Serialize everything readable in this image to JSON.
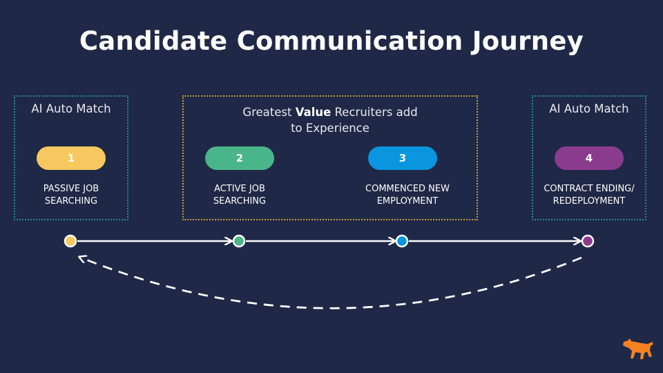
{
  "title": "Candidate Communication Journey",
  "colors": {
    "background": "#1f2846",
    "teal_border": "#2b8a91",
    "gold_border": "#c7a034",
    "stage1": "#f6c85f",
    "stage2": "#4bb58a",
    "stage3": "#0a96df",
    "stage4": "#8b3b8e",
    "logo": "#f58220"
  },
  "boxes": {
    "left": {
      "heading": "AI Auto Match"
    },
    "center": {
      "heading_prefix": "Greatest ",
      "heading_bold": "Value",
      "heading_suffix": " Recruiters add",
      "heading_line2": "to Experience"
    },
    "right": {
      "heading": "AI Auto Match"
    }
  },
  "stages": [
    {
      "number": "1",
      "label_line1": "PASSIVE JOB",
      "label_line2": "SEARCHING"
    },
    {
      "number": "2",
      "label_line1": "ACTIVE JOB",
      "label_line2": "SEARCHING"
    },
    {
      "number": "3",
      "label_line1": "COMMENCED NEW",
      "label_line2": "EMPLOYMENT"
    },
    {
      "number": "4",
      "label_line1": "CONTRACT ENDING/",
      "label_line2": "REDEPLOYMENT"
    }
  ],
  "logo_icon": "bull-icon"
}
